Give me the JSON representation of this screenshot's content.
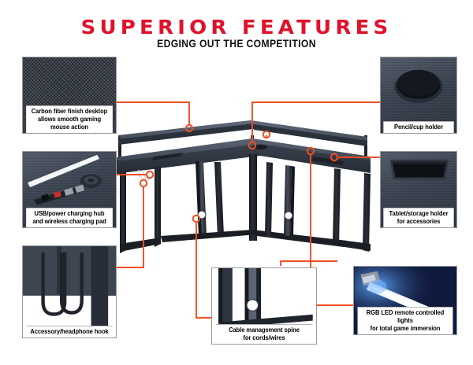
{
  "header": {
    "title": "SUPERIOR  FEATURES",
    "subtitle": "EDGING OUT THE COMPETITION",
    "title_color": "#E2112A",
    "accent_color": "#F04E23"
  },
  "product": {
    "name": "L-shaped gaming desk",
    "description": "Dark grey L-shaped corner gaming desk with raised monitor shelf and black metal frame legs"
  },
  "callouts": [
    {
      "id": "carbon-fiber-desktop",
      "caption": "Carbon fiber finish desktop\nallows smooth gaming\nmouse action",
      "caption_lines": [
        "Carbon fiber finish desktop",
        "allows smooth gaming",
        "mouse action"
      ],
      "art": "carbon-fiber-weave",
      "position": "top-left"
    },
    {
      "id": "usb-charging-hub",
      "caption": "USB/power charging hub\nand wireless charging pad",
      "caption_lines": [
        "USB/power charging hub",
        "and wireless charging pad"
      ],
      "art": "power-strip-and-wireless-pad",
      "position": "middle-left"
    },
    {
      "id": "headphone-hook",
      "caption": "Accessory/headphone hook",
      "caption_lines": [
        "Accessory/headphone hook"
      ],
      "art": "dual-j-hooks",
      "position": "bottom-left"
    },
    {
      "id": "cable-management-spine",
      "caption": "Cable management spine\nfor cords/wires",
      "caption_lines": [
        "Cable management spine",
        "for cords/wires"
      ],
      "art": "leg-spine-with-grommet",
      "position": "bottom-center"
    },
    {
      "id": "rgb-led-lights",
      "caption": "RGB LED remote controlled lights\nfor total game immersion",
      "caption_lines": [
        "RGB LED remote controlled lights",
        "for total game immersion"
      ],
      "art": "glowing-led-bar",
      "position": "bottom-right"
    },
    {
      "id": "pencil-cup-holder",
      "caption": "Pencil/cup holder",
      "caption_lines": [
        "Pencil/cup holder"
      ],
      "art": "circular-recessed-hole",
      "position": "top-right"
    },
    {
      "id": "tablet-storage-holder",
      "caption": "Tablet/storage holder\nfor accessories",
      "caption_lines": [
        "Tablet/storage holder",
        "for accessories"
      ],
      "art": "rectangular-recessed-slot",
      "position": "middle-right"
    }
  ]
}
